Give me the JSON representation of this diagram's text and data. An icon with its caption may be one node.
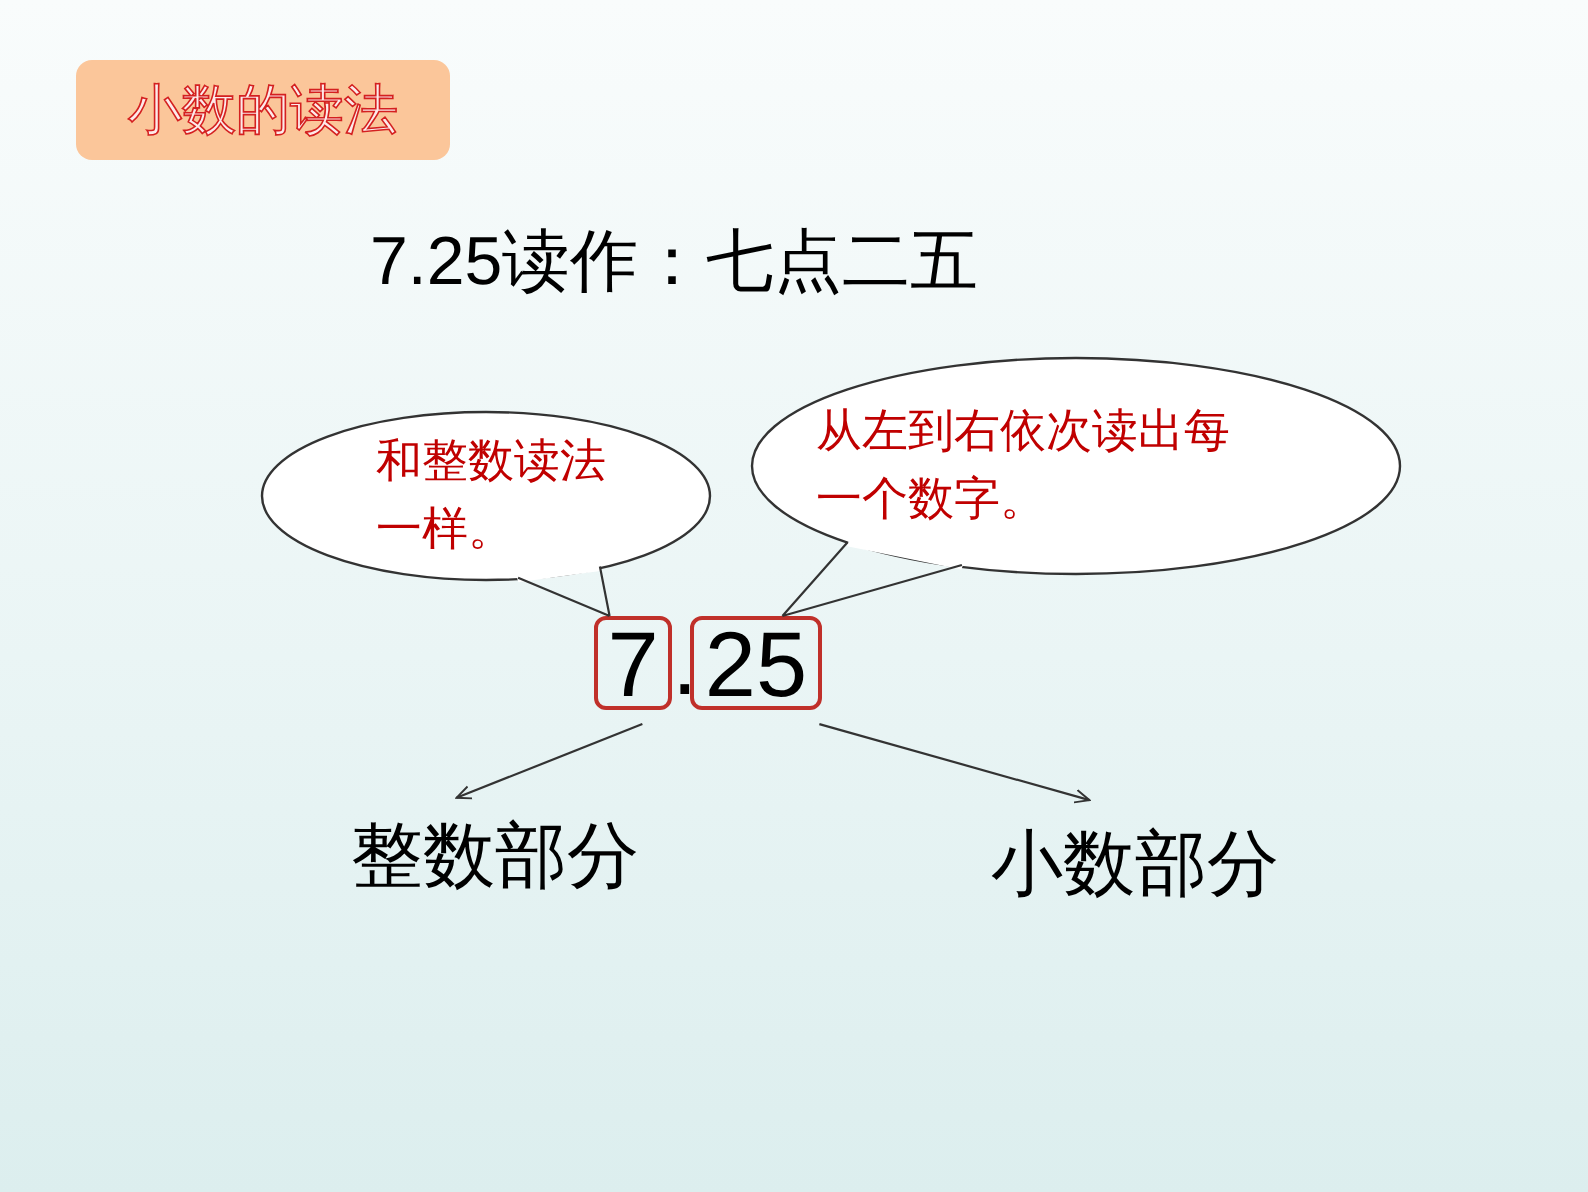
{
  "diagram": {
    "title": "小数的读法",
    "nodes": [
      {
        "text": [
          "和整数读法一样。"
        ]
      },
      {
        "text": [
          "从左到右依次读出每一个数字。"
        ]
      },
      {
        "text": [
          "7"
        ]
      },
      {
        "text": [
          "25"
        ]
      },
      {
        "text": [
          "整数部分"
        ]
      },
      {
        "text": [
          "小数部分"
        ]
      }
    ],
    "edges": [
      {
        "from": 0,
        "to": 2,
        "arrow": "none"
      },
      {
        "from": 1,
        "to": 3,
        "arrow": "none"
      },
      {
        "from": 2,
        "to": 4,
        "arrow": "to"
      },
      {
        "from": 3,
        "to": 5,
        "arrow": "to"
      }
    ],
    "labels": [
      "7.25读作：七点二五",
      "."
    ]
  }
}
